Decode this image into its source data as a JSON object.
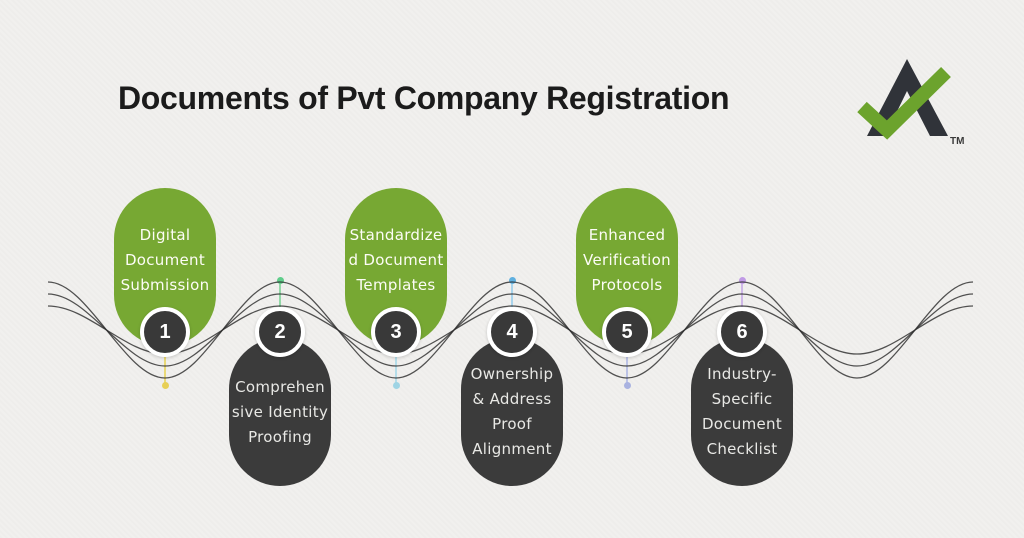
{
  "title": "Documents of Pvt Company Registration",
  "logo": {
    "tm": "TM",
    "mark_color": "#303339",
    "check_color": "#6ca32d"
  },
  "colors": {
    "background": "#f1f0ee",
    "green_bubble": "#77a833",
    "dark_bubble": "#3b3b3b",
    "wave_line": "#2d2d2d",
    "number_circle": "#393939",
    "number_ring": "#ffffff"
  },
  "steps": [
    {
      "number": "1",
      "label": "Digital\nDocument\nSubmission",
      "bubble": "green",
      "position": "top",
      "connector_color": "#e9d977",
      "dot_color": "#e7cf55"
    },
    {
      "number": "2",
      "label": "Comprehen\nsive Identity\nProofing",
      "bubble": "dark",
      "position": "bottom",
      "connector_color": "#93d8a8",
      "dot_color": "#5fcd8a"
    },
    {
      "number": "3",
      "label": "Standardize\nd Document\nTemplates",
      "bubble": "green",
      "position": "top",
      "connector_color": "#b5dde9",
      "dot_color": "#9fd4e4"
    },
    {
      "number": "4",
      "label": "Ownership\n& Address\nProof\nAlignment",
      "bubble": "dark",
      "position": "bottom",
      "connector_color": "#a9d4ec",
      "dot_color": "#5fb0e0"
    },
    {
      "number": "5",
      "label": "Enhanced\nVerification\nProtocols",
      "bubble": "green",
      "position": "top",
      "connector_color": "#bcc3e6",
      "dot_color": "#a9b2e0"
    },
    {
      "number": "6",
      "label": "Industry-\nSpecific\nDocument\nChecklist",
      "bubble": "dark",
      "position": "bottom",
      "connector_color": "#cfb8e8",
      "dot_color": "#c09ae5"
    }
  ]
}
